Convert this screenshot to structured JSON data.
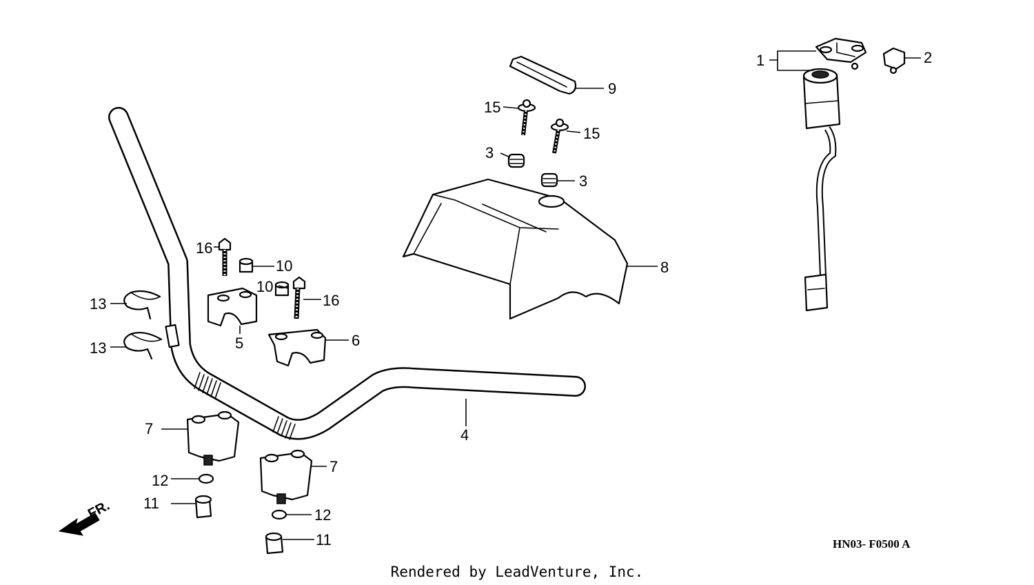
{
  "callouts": {
    "c1": "1",
    "c2": "2",
    "c3a": "3",
    "c3b": "3",
    "c4": "4",
    "c5": "5",
    "c6": "6",
    "c7a": "7",
    "c7b": "7",
    "c8": "8",
    "c9": "9",
    "c10a": "10",
    "c10b": "10",
    "c11a": "11",
    "c11b": "11",
    "c12a": "12",
    "c12b": "12",
    "c13a": "13",
    "c13b": "13",
    "c15a": "15",
    "c15b": "15",
    "c16a": "16",
    "c16b": "16"
  },
  "diagram_code": "HN03- F0500 A",
  "direction_label": "FR.",
  "footer_credit": "Rendered by LeadVenture, Inc."
}
